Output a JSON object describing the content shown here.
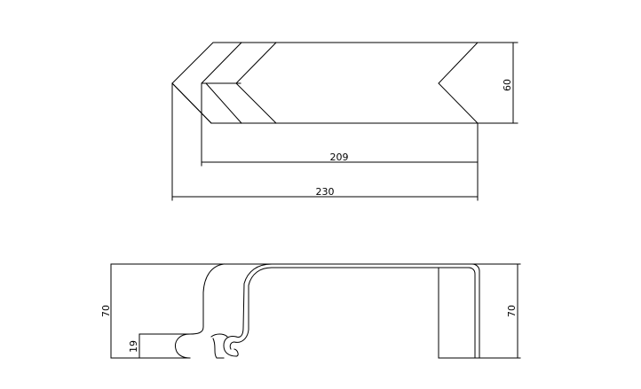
{
  "colors": {
    "line": "#000000",
    "background": "#ffffff"
  },
  "top_view": {
    "dim_height": "60",
    "dim_inner_length": "209",
    "dim_total_length": "230"
  },
  "side_view": {
    "dim_left_height": "70",
    "dim_right_height": "70",
    "dim_step_height": "19"
  }
}
